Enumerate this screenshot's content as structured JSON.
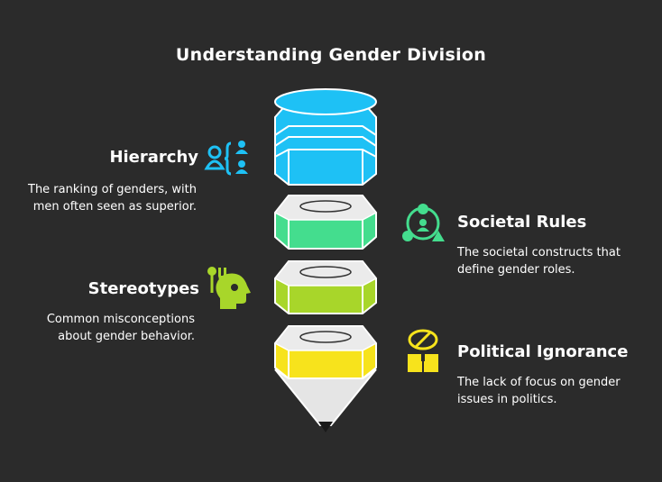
{
  "title": "Understanding Gender Division",
  "items": [
    {
      "key": "hierarchy",
      "label": "Hierarchy",
      "description": "The ranking of genders, with men often seen as superior.",
      "color": "#1ec1f5",
      "icon": "user-hierarchy-icon"
    },
    {
      "key": "societal-rules",
      "label": "Societal Rules",
      "description": "The societal constructs that define gender roles.",
      "color": "#44dd8e",
      "icon": "shapes-cycle-icon"
    },
    {
      "key": "stereotypes",
      "label": "Stereotypes",
      "description": "Common misconceptions about gender behavior.",
      "color": "#a8d62a",
      "icon": "head-idea-icon"
    },
    {
      "key": "political-ignorance",
      "label": "Political Ignorance",
      "description": "The lack of focus on gender issues in politics.",
      "color": "#f7e31c",
      "icon": "blind-eye-box-icon"
    }
  ]
}
